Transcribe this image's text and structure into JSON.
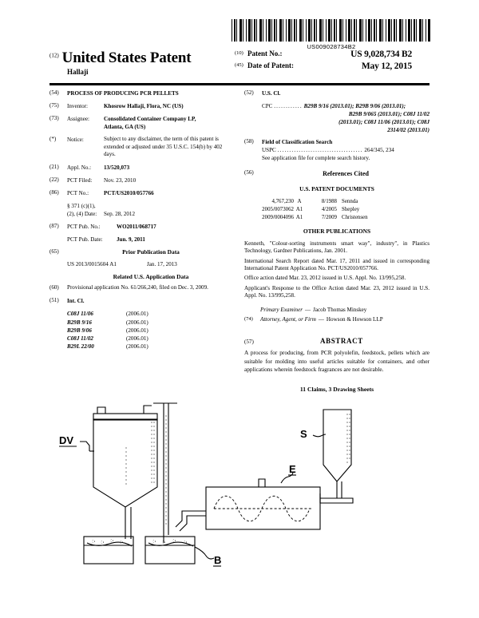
{
  "barcode": {
    "number": "US009028734B2"
  },
  "header": {
    "kind_code": "(12)",
    "title": "United States Patent",
    "inventor_surname": "Hallaji",
    "patent_no_tag": "(10)",
    "patent_no_label": "Patent No.:",
    "patent_no_value": "US 9,028,734 B2",
    "date_tag": "(45)",
    "date_label": "Date of Patent:",
    "date_value": "May 12, 2015"
  },
  "left_column": {
    "title_code": "(54)",
    "title_text": "PROCESS OF PRODUCING PCR PELLETS",
    "inventor_code": "(75)",
    "inventor_label": "Inventor:",
    "inventor_text": "Khosrow Hallaji, Flora, NC (US)",
    "assignee_code": "(73)",
    "assignee_label": "Assignee:",
    "assignee_line1": "Consolidated Container Company LP,",
    "assignee_line2": "Atlanta, GA (US)",
    "notice_code": "(*)",
    "notice_label": "Notice:",
    "notice_text": "Subject to any disclaimer, the term of this patent is extended or adjusted under 35 U.S.C. 154(b) by 402 days.",
    "appl_no_code": "(21)",
    "appl_no_label": "Appl. No.:",
    "appl_no_value": "13/520,073",
    "pct_filed_code": "(22)",
    "pct_filed_label": "PCT Filed:",
    "pct_filed_value": "Nov. 23, 2010",
    "pct_no_code": "(86)",
    "pct_no_label": "PCT No.:",
    "pct_no_value": "PCT/US2010/057766",
    "pct_371_line1": "§ 371 (c)(1),",
    "pct_371_line2": "(2), (4) Date:",
    "pct_371_value": "Sep. 28, 2012",
    "pct_pub_code": "(87)",
    "pct_pub_label": "PCT Pub. No.:",
    "pct_pub_value": "WO2011/068717",
    "pct_pub_date_label": "PCT Pub. Date:",
    "pct_pub_date_value": "Jun. 9, 2011",
    "prior_pub_code": "(65)",
    "prior_pub_heading": "Prior Publication Data",
    "prior_pub_value": "US 2013/0015604 A1",
    "prior_pub_date": "Jan. 17, 2013",
    "related_heading": "Related U.S. Application Data",
    "provisional_code": "(60)",
    "provisional_text": "Provisional application No. 61/266,240, filed on Dec. 3, 2009.",
    "intcl_code": "(51)",
    "intcl_label": "Int. Cl.",
    "intcl_rows": [
      {
        "symbol": "C08J 11/06",
        "version": "(2006.01)"
      },
      {
        "symbol": "B29B 9/16",
        "version": "(2006.01)"
      },
      {
        "symbol": "B29B 9/06",
        "version": "(2006.01)"
      },
      {
        "symbol": "C08J 11/02",
        "version": "(2006.01)"
      },
      {
        "symbol": "B29L 22/00",
        "version": "(2006.01)"
      }
    ]
  },
  "right_column": {
    "uscl_code": "(52)",
    "uscl_label": "U.S. Cl.",
    "uscl_line1_prefix": "CPC",
    "uscl_line1_dots": "............",
    "uscl_line1": "B29B 9/16 (2013.01); B29B 9/06 (2013.01);",
    "uscl_line2": "B29B 9/065 (2013.01); C08J 11/02",
    "uscl_line3": "(2013.01); C08J 11/06 (2013.01); C08J",
    "uscl_line4": "2314/02 (2013.01)",
    "focs_code": "(58)",
    "focs_label": "Field of Classification Search",
    "focs_uspc_label": "USPC",
    "focs_uspc_dots": "....................................",
    "focs_uspc_value": "264/345, 234",
    "focs_note": "See application file for complete search history.",
    "refs_code": "(56)",
    "refs_heading": "References Cited",
    "us_docs_heading": "U.S. PATENT DOCUMENTS",
    "us_docs": [
      {
        "number": "4,767,230",
        "kind": "A",
        "date": "8/1988",
        "name": "Sennda"
      },
      {
        "number": "2005/0073062",
        "kind": "A1",
        "date": "4/2005",
        "name": "Shepley"
      },
      {
        "number": "2009/0004096",
        "kind": "A1",
        "date": "7/2009",
        "name": "Christensen"
      }
    ],
    "other_pubs_heading": "OTHER PUBLICATIONS",
    "other_pubs": [
      "Kenneth, \"Colour-sorting instruments smart way\", industry\", in Plastics Technology, Gardner Publications, Jan. 2001.",
      "International Search Report dated Mar. 17, 2011 and issued in corresponding International Patent Application No. PCT/US2010/057766.",
      "Office action dated Mar. 23, 2012 issued in U.S. Appl. No. 13/995,258.",
      "Applicant's Response to the Office Action dated Mar. 23, 2012 issued in U.S. Appl. No. 13/995,258."
    ],
    "primary_examiner_label": "Primary Examiner",
    "primary_examiner_dash": "—",
    "primary_examiner_value": "Jacob Thomas Minskey",
    "attorney_code": "(74)",
    "attorney_label": "Attorney, Agent, or Firm",
    "attorney_dash": "—",
    "attorney_value": "Howson & Howson LLP",
    "abstract_code": "(57)",
    "abstract_heading": "ABSTRACT",
    "abstract_text": "A process for producing, from PCR polyolefin, feedstock, pellets which are suitable for molding into useful articles suitable for containers, and other applications wherein feedstock fragrances are not desirable.",
    "claims_line": "11 Claims, 3 Drawing Sheets"
  },
  "drawing": {
    "labels": {
      "dv": "DV",
      "b": "B",
      "e": "E",
      "s": "S"
    }
  }
}
